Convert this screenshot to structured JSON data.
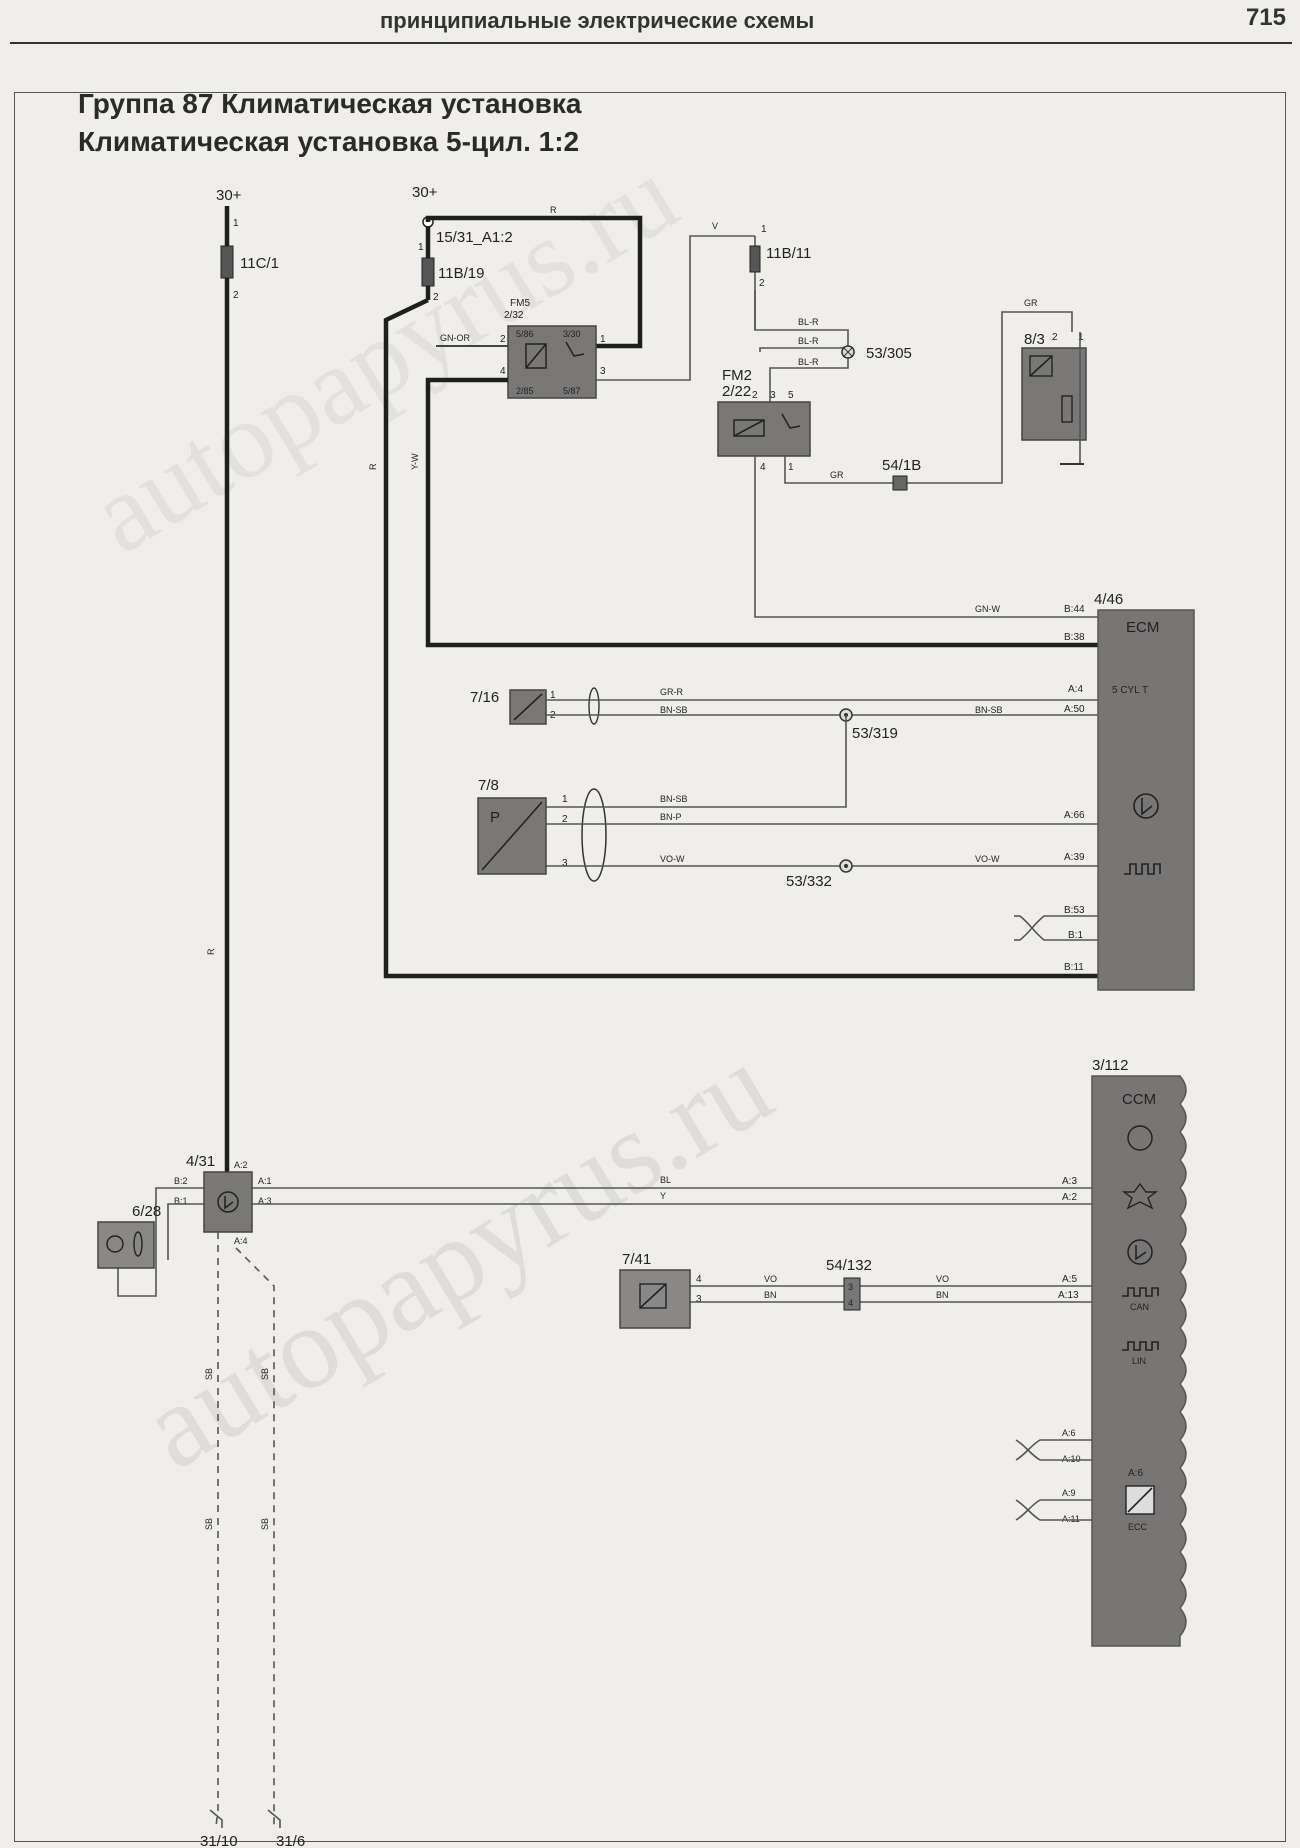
{
  "page": {
    "header_title": "принципиальные электрические схемы",
    "page_number": "715",
    "title_line1": "Группа 87 Климатическая установка",
    "title_line2": "Климатическая установка 5-цил. 1:2",
    "watermark": "autopapyrus.ru"
  },
  "components": {
    "fuse_11c1": {
      "supply": "30+",
      "label": "11C/1",
      "pin_top": "1",
      "pin_bottom": "2"
    },
    "fuse_11b19": {
      "supply": "30+",
      "node": "15/31_A1:2",
      "label": "11B/19",
      "pin_top": "1",
      "pin_bottom": "2"
    },
    "relay_fm5": {
      "label": "FM5",
      "id": "2/32",
      "pins": [
        "2",
        "1",
        "4",
        "3"
      ],
      "sub_labels": [
        "5/86",
        "3/30",
        "2/85",
        "5/87"
      ]
    },
    "fuse_11b11": {
      "label": "11B/11",
      "pin_top": "1",
      "pin_bottom": "2"
    },
    "splice_53_305": {
      "label": "53/305"
    },
    "relay_fm2": {
      "label": "FM2",
      "id": "2/22",
      "pins": [
        "2",
        "3",
        "5",
        "4",
        "1"
      ]
    },
    "connector_54_18": {
      "label": "54/1B"
    },
    "sensor_8_3": {
      "label": "8/3",
      "pin_left": "2",
      "pin_right": "1"
    },
    "ecm": {
      "id": "4/46",
      "label": "ECM",
      "variant": "5 CYL T",
      "pins": [
        "B:44",
        "B:38",
        "A:4",
        "A:50",
        "A:66",
        "A:39",
        "B:53",
        "B:1",
        "B:11"
      ]
    },
    "sensor_7_16": {
      "label": "7/16",
      "pins": [
        "1",
        "2"
      ]
    },
    "splice_53_319": {
      "label": "53/319"
    },
    "fan_7_8": {
      "label": "7/8",
      "symbol": "P",
      "pins": [
        "1",
        "2",
        "3"
      ]
    },
    "splice_53_332": {
      "label": "53/332"
    },
    "cem_4_31": {
      "label": "4/31",
      "pins": [
        "A:2",
        "A:1",
        "A:3",
        "B:2",
        "B:1",
        "A:4"
      ]
    },
    "sensor_6_28": {
      "label": "6/28"
    },
    "ccm": {
      "id": "3/112",
      "label": "CCM",
      "pins_top": [
        "A:3",
        "A:2"
      ],
      "pins_mid": [
        "A:5",
        "A:13"
      ],
      "pins_bottom": [
        "A:6",
        "A:10",
        "A:9",
        "A:11"
      ],
      "sub_labels": [
        "CAN",
        "LIN",
        "ECC"
      ]
    },
    "sensor_7_41": {
      "label": "7/41",
      "pins": [
        "4",
        "3"
      ]
    },
    "connector_54_132": {
      "label": "54/132",
      "pins": [
        "3",
        "4"
      ]
    },
    "ground_31_10": {
      "label": "31/10"
    },
    "ground_31_6": {
      "label": "31/6"
    }
  },
  "wire_colors": {
    "r": "R",
    "v": "V",
    "gn_or": "GN-OR",
    "y_w": "Y-W",
    "bl_r": "BL-R",
    "gr": "GR",
    "gn_w": "GN-W",
    "gr_r": "GR-R",
    "bn_sb": "BN-SB",
    "bn_p": "BN-P",
    "vo_w": "VO-W",
    "bl": "BL",
    "y": "Y",
    "vo": "VO",
    "bn": "BN",
    "sb": "SB",
    "vo2": "VO",
    "bn2": "BN",
    "ground_left": "SB",
    "ground_right": "SB"
  }
}
